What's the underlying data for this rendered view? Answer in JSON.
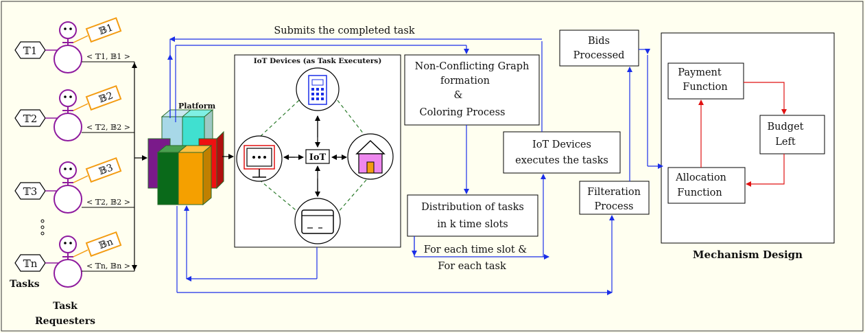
{
  "requesters": [
    {
      "task": "𝕋1",
      "bid": "𝔹1",
      "pair": "< 𝕋1, 𝔹1 >"
    },
    {
      "task": "𝕋2",
      "bid": "𝔹2",
      "pair": "< 𝕋2, 𝔹2 >"
    },
    {
      "task": "𝕋3",
      "bid": "𝔹3",
      "pair": "< 𝕋2, 𝔹2 >"
    },
    {
      "task": "𝕋n",
      "bid": "𝔹n",
      "pair": "< 𝕋n, 𝔹n >"
    }
  ],
  "labels": {
    "tasks": "Tasks",
    "task_requesters_1": "Task",
    "task_requesters_2": "Requesters",
    "platform": "Platform",
    "iot_devices_title": "IoT Devices (as Task Executers)",
    "iot_hub": "IoT",
    "submits": "Submits the completed task",
    "graph_1": "Non-Conflicting Graph",
    "graph_2": "formation",
    "graph_3": "&",
    "graph_4": "Coloring Process",
    "distribution_1": "Distribution of tasks",
    "distribution_2": "in k time slots",
    "foreach_1": "For each time slot &",
    "foreach_2": "For each task",
    "executes_1": "IoT Devices",
    "executes_2": "executes the tasks",
    "bids_1": "Bids",
    "bids_2": "Processed",
    "filter_1": "Filteration",
    "filter_2": "Process",
    "payment_1": "Payment",
    "payment_2": "Function",
    "budget_1": "Budget",
    "budget_2": "Left",
    "allocation_1": "Allocation",
    "allocation_2": "Function",
    "mechanism": "Mechanism Design"
  },
  "colors": {
    "blue_arrow": "#1a2ee8",
    "red_arrow": "#e01010",
    "purple": "#8e1a9e",
    "orange": "#f39c12"
  },
  "icons": [
    "smiley-face-icon",
    "building-icon",
    "monitor-icon",
    "house-icon",
    "tablet-icon"
  ]
}
